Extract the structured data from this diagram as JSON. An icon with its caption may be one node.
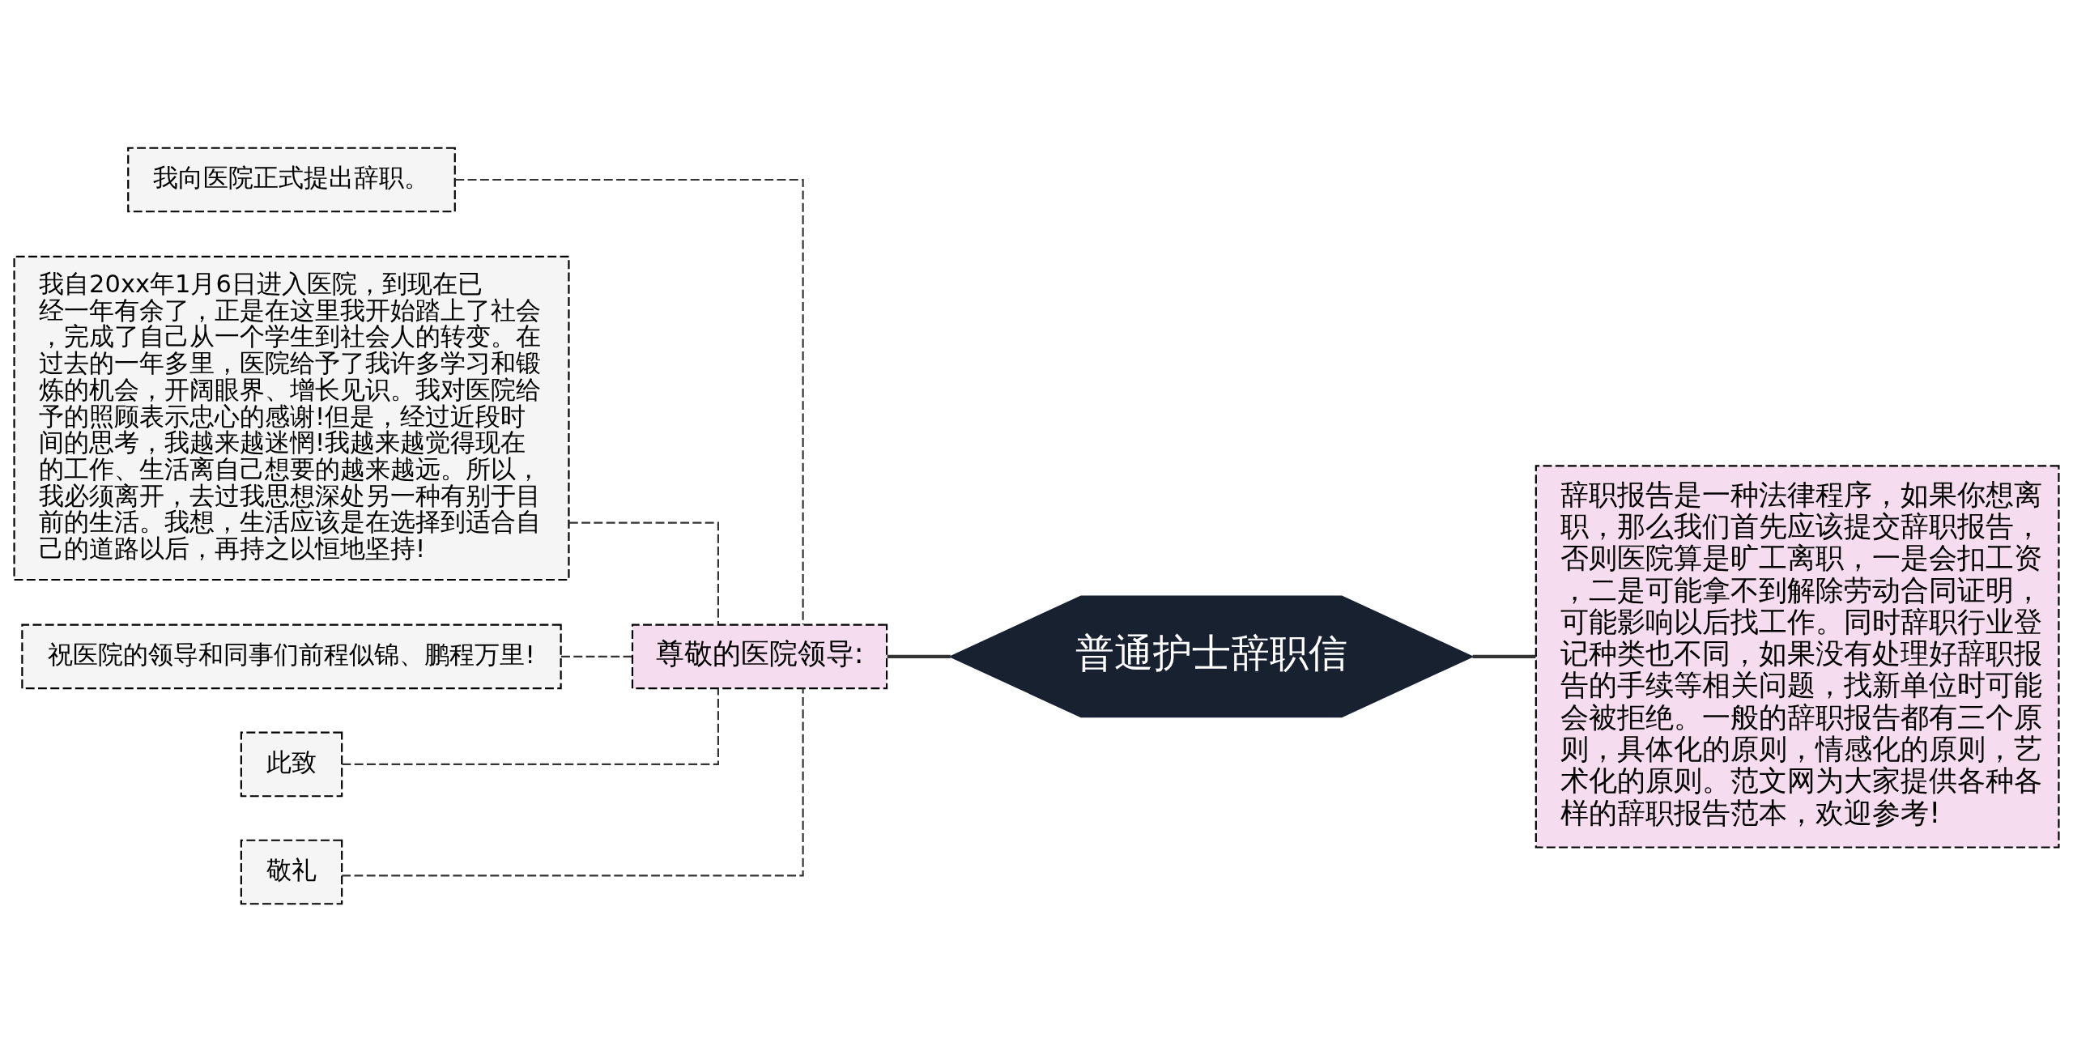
{
  "diagram": {
    "nodes": [
      {
        "text": [
          "普通护士辞职信"
        ]
      },
      {
        "text": [
          "尊敬的医院领导:"
        ]
      },
      {
        "text": [
          "我向医院正式提出辞职。"
        ]
      },
      {
        "text": [
          "我自20xx年1月6日进入医院，到现在已经一年有余了，正是在这里我开始踏上了社会，完成了自己从一个学生到社会人的转变。在过去的一年多里，医院给予了我许多学习和锻炼的机会，开阔眼界、增长见识。我对医院给予的照顾表示忠心的感谢!但是，经过近段时间的思考，我越来越迷惘!我越来越觉得现在的工作、生活离自己想要的越来越远。所以，我必须离开，去过我思想深处另一种有别于目前的生活。我想，生活应该是在选择到适合自己的道路以后，再持之以恒地坚持!"
        ]
      },
      {
        "text": [
          "祝医院的领导和同事们前程似锦、鹏程万里!"
        ]
      },
      {
        "text": [
          "此致"
        ]
      },
      {
        "text": [
          "敬礼"
        ]
      },
      {
        "text": [
          "辞职报告是一种法律程序，如果你想离职，那么我们首先应该提交辞职报告，否则医院算是旷工离职，一是会扣工资，二是可能拿不到解除劳动合同证明，可能影响以后找工作。同时辞职行业登记种类也不同，如果没有处理好辞职报告的手续等相关问题，找新单位时可能会被拒绝。一般的辞职报告都有三个原则，具体化的原则，情感化的原则，艺术化的原则。范文网为大家提供各种各样的辞职报告范本，欢迎参考!"
        ]
      }
    ],
    "edges": [
      {
        "from": 0,
        "to": 1,
        "arrow": "none"
      },
      {
        "from": 1,
        "to": 2,
        "arrow": "none",
        "style": "dashed"
      },
      {
        "from": 1,
        "to": 3,
        "arrow": "none",
        "style": "dashed"
      },
      {
        "from": 1,
        "to": 4,
        "arrow": "none",
        "style": "dashed"
      },
      {
        "from": 1,
        "to": 5,
        "arrow": "none",
        "style": "dashed"
      },
      {
        "from": 1,
        "to": 6,
        "arrow": "none",
        "style": "dashed"
      },
      {
        "from": 0,
        "to": 7,
        "arrow": "none"
      }
    ]
  }
}
